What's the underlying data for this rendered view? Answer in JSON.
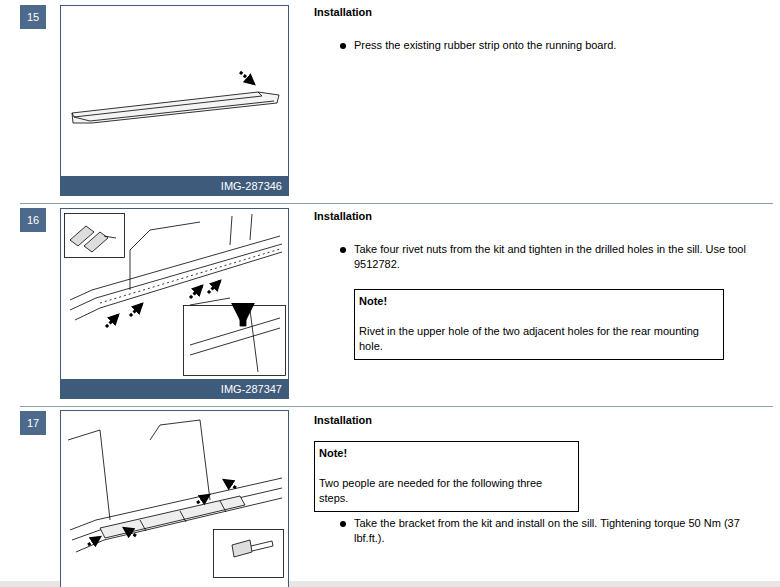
{
  "diagram": {
    "nodes": [
      {
        "text": [
          "15"
        ]
      },
      {
        "text": [
          "IMG-287346"
        ]
      },
      {
        "text": [
          "16"
        ]
      },
      {
        "text": [
          "IMG-287347"
        ]
      },
      {
        "text": [
          "Note!",
          "Rivet in the upper hole of the two adjacent holes for the rear mounting hole."
        ]
      },
      {
        "text": [
          "17"
        ]
      },
      {
        "text": [
          "Note!",
          "Two people are needed for the following three steps."
        ]
      }
    ],
    "labels": [
      "Installation",
      "Press the existing rubber strip onto the running board.",
      "Installation",
      "Take four rivet nuts from the kit and tighten in the drilled holes in the sill. Use tool 9512782.",
      "Installation",
      "Take the bracket from the kit and install on the sill. Tightening torque 50 Nm (37 lbf.ft.)."
    ]
  }
}
